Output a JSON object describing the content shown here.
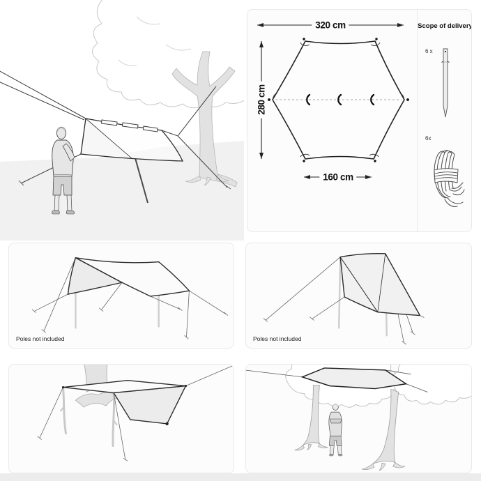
{
  "colors": {
    "page_bg": "#ffffff",
    "panel_bg": "#fcfcfc",
    "panel_border": "#e9e9e9",
    "line_art": "#2b2b2b",
    "light_fill": "#ececec",
    "tree_fill": "#e2e2e2",
    "ground_fill": "#f1f1f1",
    "footer_strip": "#ececec"
  },
  "tarp_diagram": {
    "shape": "hexagon",
    "width_label": "320 cm",
    "height_label": "280 cm",
    "front_edge_label": "160 cm",
    "centerline_loops": 3,
    "corner_tie_outs": 6
  },
  "scope_of_delivery": {
    "title": "Scope of delivery",
    "items": [
      {
        "quantity": "6 x",
        "item": "tent peg",
        "icon": "tent-peg-illustration"
      },
      {
        "quantity": "6x",
        "item": "guy rope",
        "icon": "guy-rope-illustration"
      }
    ]
  },
  "setup_panels": [
    {
      "name": "wing-pitch-with-two-poles",
      "caption": "Poles not included"
    },
    {
      "name": "a-frame-pitch-with-two-poles",
      "caption": "Poles not included"
    },
    {
      "name": "pitched-from-tree-trunk",
      "caption": ""
    },
    {
      "name": "flat-canopy-between-trees",
      "caption": ""
    }
  ]
}
